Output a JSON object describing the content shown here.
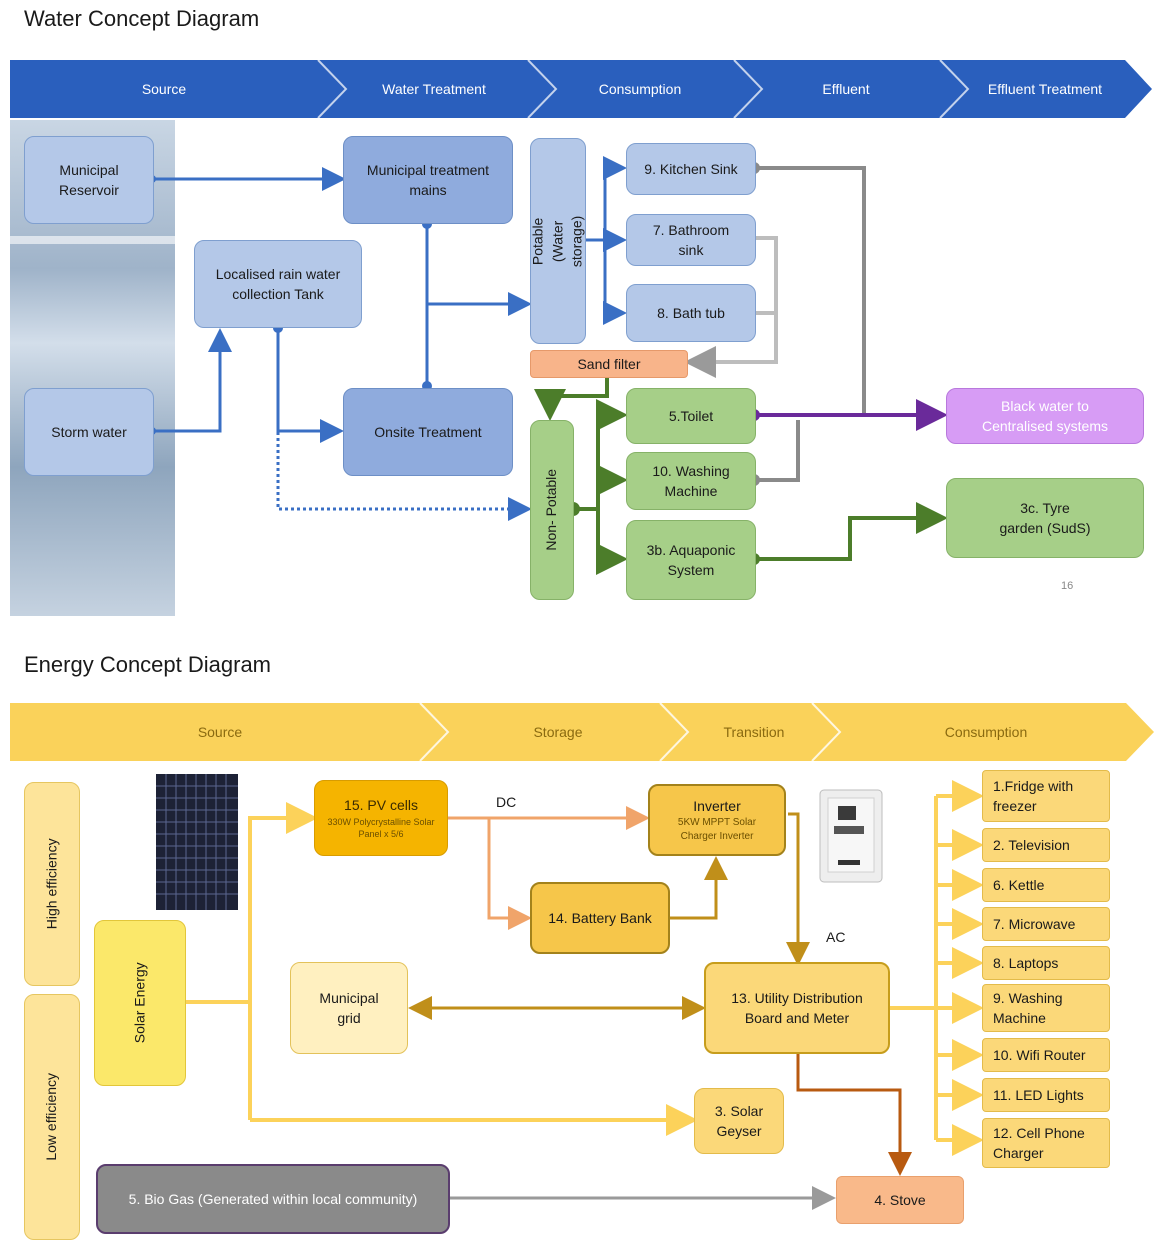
{
  "water": {
    "title": "Water Concept Diagram",
    "stages": [
      "Source",
      "Water Treatment",
      "Consumption",
      "Effluent",
      "Effluent Treatment"
    ],
    "nodes": {
      "municipal_reservoir": "Municipal Reservoir",
      "municipal_treatment": "Municipal treatment mains",
      "rain_tank": "Localised rain water collection Tank",
      "storm_water": "Storm water",
      "onsite_treatment": "Onsite Treatment",
      "potable": "Potable (Water storage)",
      "non_potable": "Non- Potable",
      "kitchen_sink": "9. Kitchen Sink",
      "bathroom_sink": "7. Bathroom sink",
      "bath_tub": "8. Bath tub",
      "sand_filter": "Sand filter",
      "toilet": "5.Toilet",
      "washing_machine": "10. Washing Machine",
      "aquaponic": "3b. Aquaponic System",
      "black_water": "Black water to Centralised systems",
      "tyre_garden": "3c. Tyre garden (SudS)"
    },
    "page_number": "16"
  },
  "energy": {
    "title": "Energy Concept Diagram",
    "stages": [
      "Source",
      "Storage",
      "Transition",
      "Consumption"
    ],
    "efficiency": {
      "high": "High efficiency",
      "low": "Low efficiency"
    },
    "nodes": {
      "solar_energy": "Solar Energy",
      "pv_cells_title": "15. PV cells",
      "pv_cells_sub": "330W Polycrystalline Solar Panel x 5/6",
      "inverter_title": "Inverter",
      "inverter_sub": "5KW MPPT Solar Charger Inverter",
      "battery_bank": "14. Battery Bank",
      "municipal_grid": "Municipal grid",
      "distribution_board": "13. Utility Distribution Board and Meter",
      "solar_geyser": "3. Solar Geyser",
      "bio_gas": "5. Bio Gas (Generated within local community)",
      "stove": "4. Stove"
    },
    "labels": {
      "dc": "DC",
      "ac": "AC"
    },
    "consumption": [
      "1.Fridge with freezer",
      "2. Television",
      "6. Kettle",
      "7. Microwave",
      "8. Laptops",
      "9. Washing Machine",
      "10. Wifi Router",
      "11. LED Lights",
      "12. Cell Phone Charger"
    ]
  },
  "colors": {
    "water_stage": "#2a5fbd",
    "energy_stage": "#fad25a",
    "flow_blue": "#3a6fc4",
    "flow_green": "#4c7d2a",
    "flow_grey": "#8a8a8a",
    "flow_purple": "#6a2a9a",
    "flow_orange": "#f0a46a",
    "flow_gold": "#c08f1a",
    "flow_light_yellow": "#fcd25a"
  }
}
